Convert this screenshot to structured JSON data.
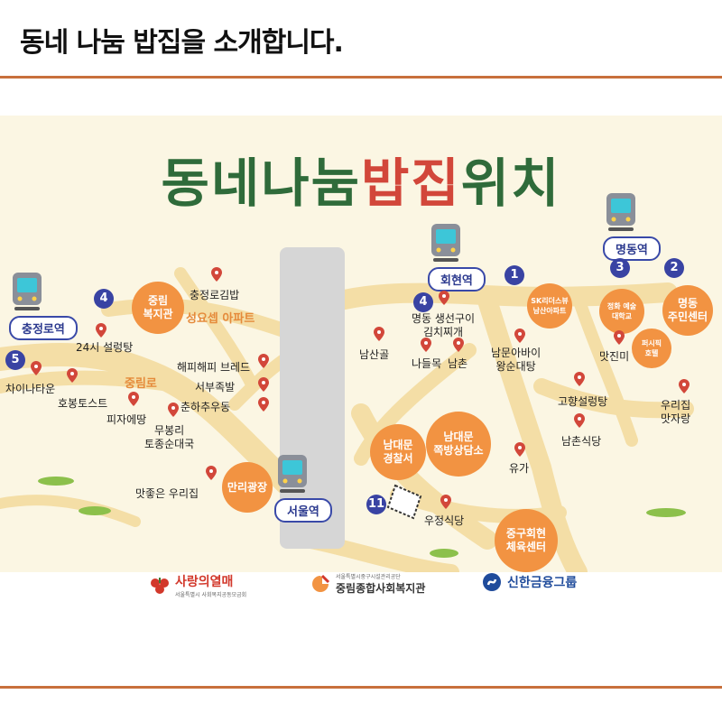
{
  "page": {
    "title": "동네 나눔 밥집을 소개합니다."
  },
  "map": {
    "headline_part1": "동네나눔",
    "headline_part2": "밥집",
    "headline_part3": "위치",
    "colors": {
      "accent_orange": "#f29342",
      "green": "#2f6b3a",
      "red": "#d2473a",
      "navy": "#3943a3",
      "road": "#f4dea6",
      "rail": "#d8d8d8"
    },
    "stations": [
      {
        "label": "충정로역"
      },
      {
        "label": "회현역"
      },
      {
        "label": "명동역"
      },
      {
        "label": "서울역"
      }
    ],
    "numbers": [
      "1",
      "2",
      "3",
      "4",
      "4",
      "5",
      "11"
    ],
    "circles": [
      {
        "label": "중림\n복지관"
      },
      {
        "label": "만리광장"
      },
      {
        "label": "남대문\n경찰서"
      },
      {
        "label": "남대문\n쪽방상담소"
      },
      {
        "label": "SK리더스뷰\n남산아파트"
      },
      {
        "label": "정화 예술\n대학교"
      },
      {
        "label": "명동\n주민센터"
      },
      {
        "label": "퍼시픽\n호텔"
      },
      {
        "label": "중구회현\n체육센터"
      }
    ],
    "road_labels": [
      "성요셉 아파트",
      "중림로"
    ],
    "places": [
      "충정로김밥",
      "24시 설렁탕",
      "차이나타운",
      "호봉토스트",
      "피자에땅",
      "해피해피 브레드",
      "서부족발",
      "춘하추우동",
      "무봉리\n토종순대국",
      "맛좋은 우리집",
      "명동 생선구이\n김치찌개",
      "남산골",
      "나들목",
      "남촌",
      "남문아바이\n왕순대탕",
      "맛진미",
      "고향설렁탕",
      "남촌식당",
      "우리집\n맛자랑",
      "유가",
      "우정식당"
    ]
  },
  "logos": [
    {
      "name": "사랑의열매",
      "sub": "서울특별시 사회복지공동모금회",
      "color": "#d2382b"
    },
    {
      "name": "중림종합사회복지관",
      "sub": "서울특별시중구시설관리공단",
      "color": "#333333"
    },
    {
      "name": "신한금융그룹",
      "sub": "",
      "color": "#1f4b9b"
    }
  ]
}
